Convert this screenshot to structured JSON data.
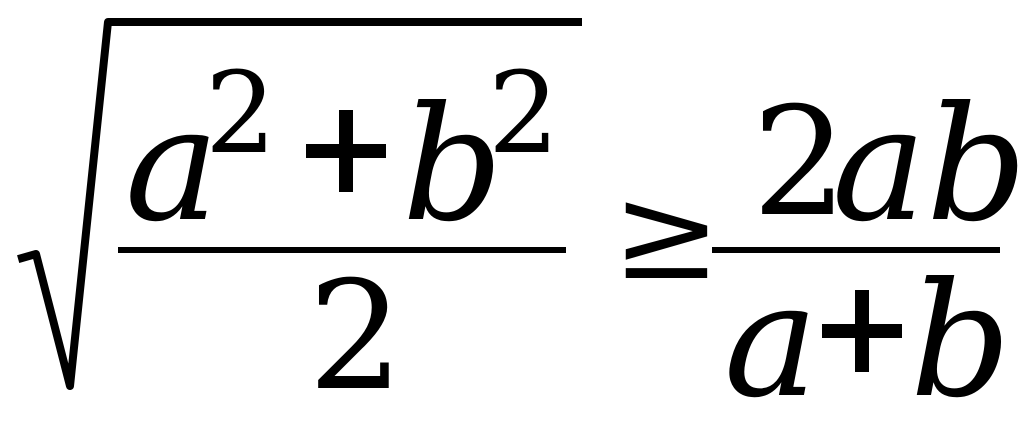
{
  "formula": {
    "left_numerator": {
      "term1_base": "a",
      "term1_exp": "2",
      "operator": "+",
      "term2_base": "b",
      "term2_exp": "2"
    },
    "left_denominator": "2",
    "relation": "≥",
    "right_numerator": {
      "coefficient": "2",
      "variables": "ab"
    },
    "right_denominator": {
      "term1": "a",
      "operator": "+",
      "term2": "b"
    }
  }
}
